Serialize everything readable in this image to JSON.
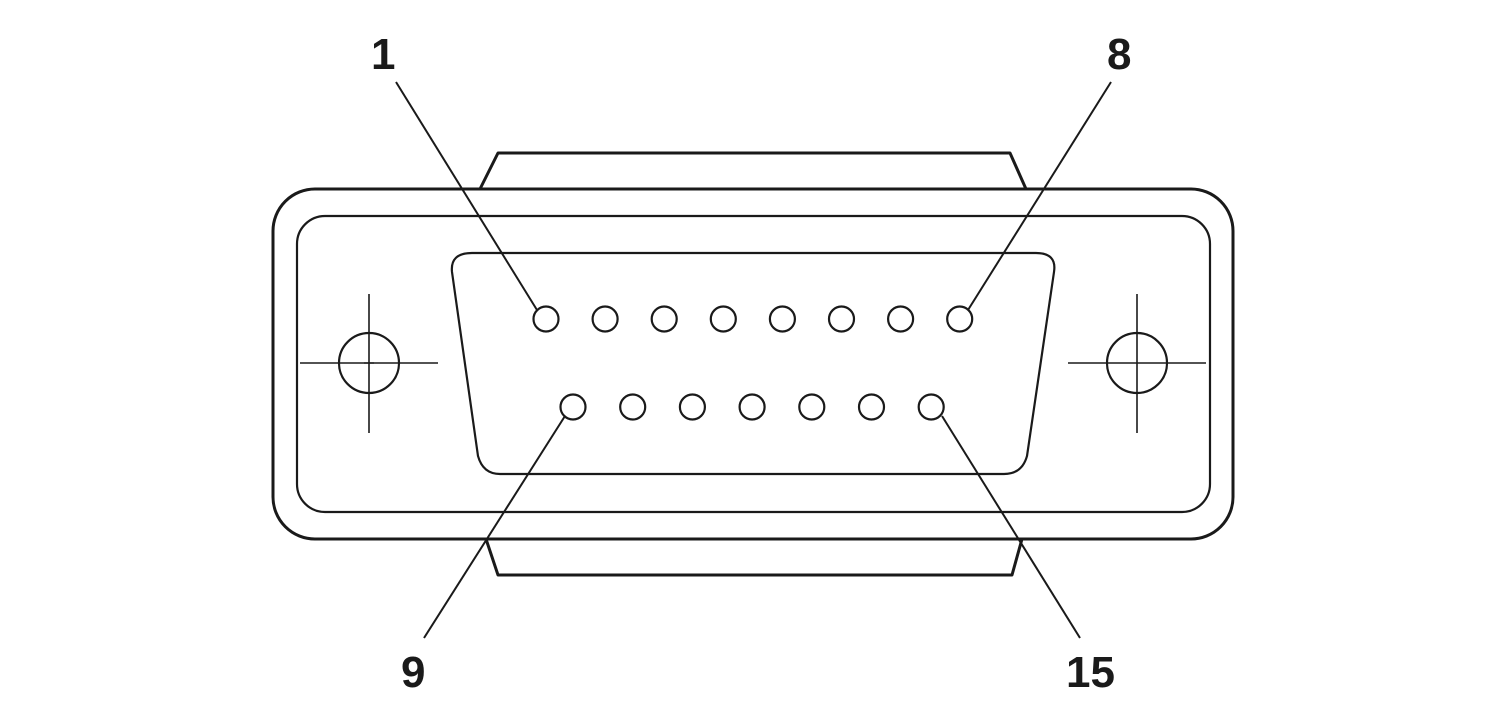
{
  "connector": {
    "type": "D-sub",
    "pin_count": 15,
    "top_row_pins": [
      1,
      2,
      3,
      4,
      5,
      6,
      7,
      8
    ],
    "bottom_row_pins": [
      9,
      10,
      11,
      12,
      13,
      14,
      15
    ]
  },
  "labels": {
    "pin_1": "1",
    "pin_8": "8",
    "pin_9": "9",
    "pin_15": "15"
  }
}
